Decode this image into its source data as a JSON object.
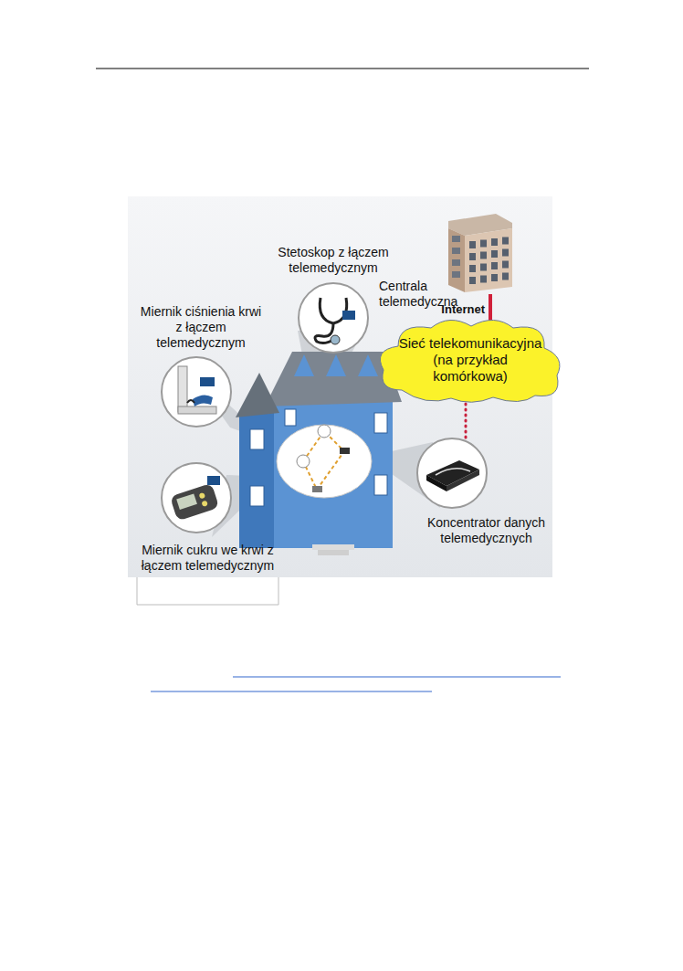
{
  "diagram": {
    "nodes": [
      {
        "text": [
          "Centrala telemedyczna"
        ]
      },
      {
        "text": [
          "Sieć telekomunikacyjna (na przykład komórkowa)"
        ]
      },
      {
        "text": [
          "Stetoskop z łączem telemedycznym"
        ]
      },
      {
        "text": [
          "Miernik ciśnienia krwi z łączem telemedycznym"
        ]
      },
      {
        "text": [
          "Miernik cukru we krwi z łączem telemedycznym"
        ]
      },
      {
        "text": [
          "Koncentrator danych telemedycznych"
        ]
      }
    ],
    "edges": [
      {
        "from": 0,
        "to": 1,
        "label": "Internet",
        "arrow": "none"
      },
      {
        "from": 1,
        "to": 5,
        "arrow": "none"
      }
    ]
  }
}
